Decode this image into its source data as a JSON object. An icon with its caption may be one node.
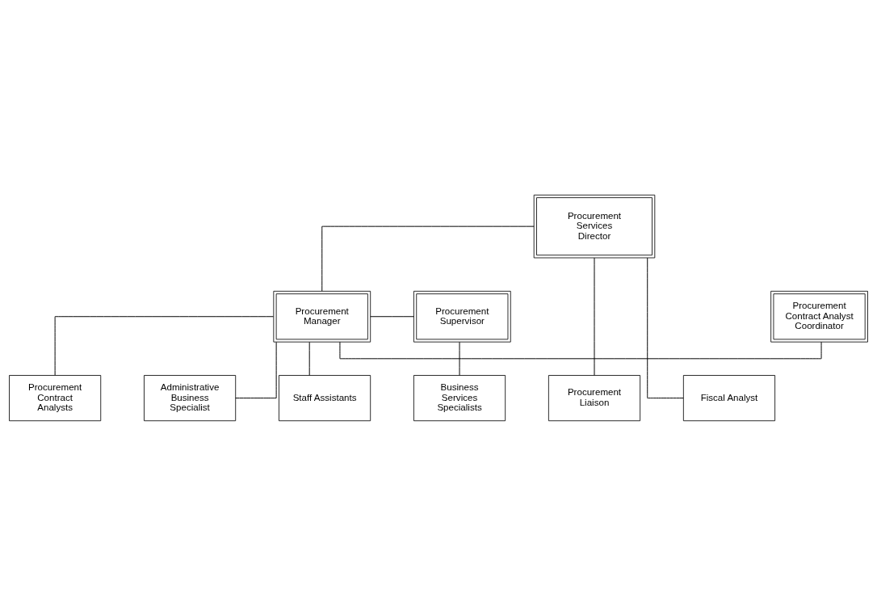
{
  "diagram": {
    "nodes": [
      {
        "text": [
          "Procurement Services Director"
        ]
      },
      {
        "text": [
          "Procurement Contract Analyst Coordinator"
        ]
      },
      {
        "text": [
          "Procurement Manager"
        ]
      },
      {
        "text": [
          "Procurement Supervisor"
        ]
      },
      {
        "text": [
          "Procurement Liaison"
        ]
      },
      {
        "text": [
          "Fiscal Analyst"
        ]
      },
      {
        "text": [
          "Business Services Specialists"
        ]
      },
      {
        "text": [
          "Procurement Contract Analysts"
        ]
      },
      {
        "text": [
          "Administrative Business Specialist"
        ]
      },
      {
        "text": [
          "Staff Assistants"
        ]
      }
    ],
    "edges": [
      {
        "from": 0,
        "to": 2,
        "arrow": "none"
      },
      {
        "from": 0,
        "to": 4,
        "arrow": "none"
      },
      {
        "from": 0,
        "to": 5,
        "arrow": "none"
      },
      {
        "from": 2,
        "to": 1,
        "arrow": "none"
      },
      {
        "from": 2,
        "to": 3,
        "arrow": "none"
      },
      {
        "from": 3,
        "to": 6,
        "arrow": "none"
      },
      {
        "from": 2,
        "to": 7,
        "arrow": "none"
      },
      {
        "from": 2,
        "to": 8,
        "arrow": "none"
      },
      {
        "from": 2,
        "to": 9,
        "arrow": "none"
      }
    ]
  }
}
